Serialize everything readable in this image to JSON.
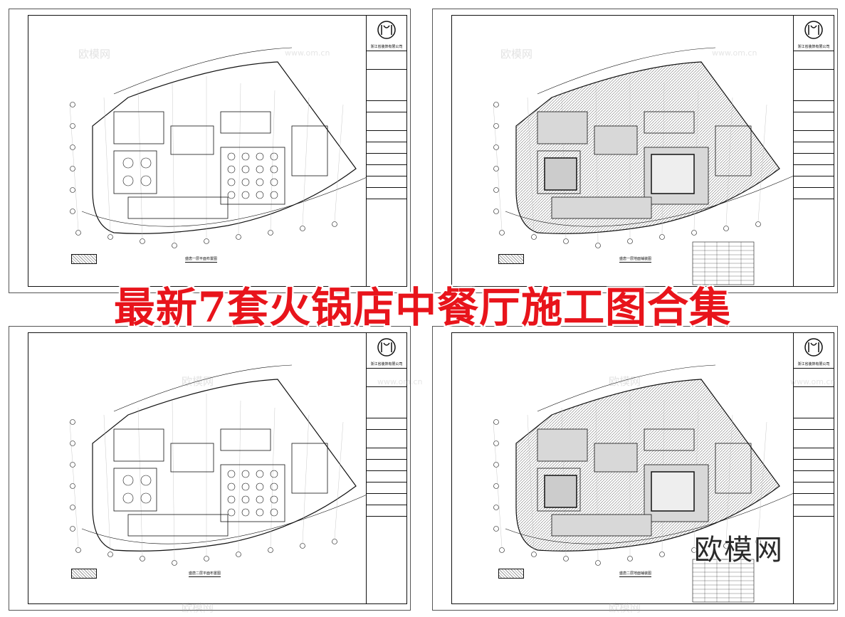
{
  "banner": {
    "title": "最新7套火锅店中餐厅施工图合集"
  },
  "watermark": {
    "brand": "欧模网",
    "url": "www.om.cn",
    "corner": "欧模网"
  },
  "colors": {
    "banner": "#e8141b",
    "line": "#111111",
    "hatch": "#777777"
  },
  "sheets": [
    {
      "id": "s1",
      "company": "浙江省装饰有限公司",
      "plan_title": "盛唐一层平面布置图",
      "fill": "light"
    },
    {
      "id": "s2",
      "company": "浙江省装饰有限公司",
      "plan_title": "盛唐一层地面铺装图",
      "fill": "hatched",
      "has_table": true
    },
    {
      "id": "s3",
      "company": "浙江省装饰有限公司",
      "plan_title": "盛唐二层平面布置图",
      "fill": "light"
    },
    {
      "id": "s4",
      "company": "浙江省装饰有限公司",
      "plan_title": "盛唐二层地面铺装图",
      "fill": "hatched",
      "has_table": true
    }
  ]
}
